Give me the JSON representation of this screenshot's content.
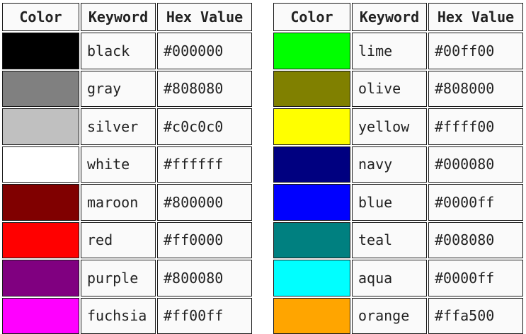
{
  "headers": {
    "color": "Color",
    "keyword": "Keyword",
    "hex": "Hex Value"
  },
  "left_rows": [
    {
      "keyword": "black",
      "hex": "#000000",
      "swatch": "#000000"
    },
    {
      "keyword": "gray",
      "hex": "#808080",
      "swatch": "#808080"
    },
    {
      "keyword": "silver",
      "hex": "#c0c0c0",
      "swatch": "#c0c0c0"
    },
    {
      "keyword": "white",
      "hex": "#ffffff",
      "swatch": "#ffffff"
    },
    {
      "keyword": "maroon",
      "hex": "#800000",
      "swatch": "#800000"
    },
    {
      "keyword": "red",
      "hex": "#ff0000",
      "swatch": "#ff0000"
    },
    {
      "keyword": "purple",
      "hex": "#800080",
      "swatch": "#800080"
    },
    {
      "keyword": "fuchsia",
      "hex": "#ff00ff",
      "swatch": "#ff00ff"
    }
  ],
  "right_rows": [
    {
      "keyword": "lime",
      "hex": "#00ff00",
      "swatch": "#00ff00"
    },
    {
      "keyword": "olive",
      "hex": "#808000",
      "swatch": "#808000"
    },
    {
      "keyword": "yellow",
      "hex": "#ffff00",
      "swatch": "#ffff00"
    },
    {
      "keyword": "navy",
      "hex": "#000080",
      "swatch": "#000080"
    },
    {
      "keyword": "blue",
      "hex": "#0000ff",
      "swatch": "#0000ff"
    },
    {
      "keyword": "teal",
      "hex": "#008080",
      "swatch": "#008080"
    },
    {
      "keyword": "aqua",
      "hex": "#0000ff",
      "swatch": "#00ffff"
    },
    {
      "keyword": "orange",
      "hex": "#ffa500",
      "swatch": "#ffa500"
    }
  ]
}
